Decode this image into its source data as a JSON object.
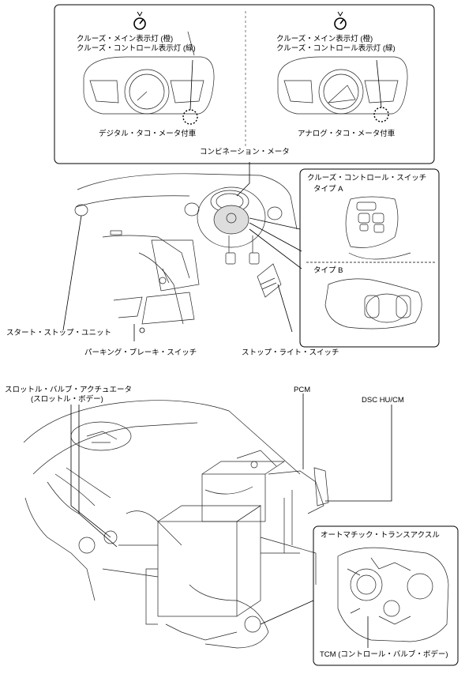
{
  "top": {
    "cluster_digital": {
      "indicator_line1": "クルーズ・メイン表示灯 (橙)",
      "indicator_line2": "クルーズ・コントロール表示灯 (緑)",
      "caption": "デジタル・タコ・メータ付車"
    },
    "cluster_analog": {
      "indicator_line1": "クルーズ・メイン表示灯 (橙)",
      "indicator_line2": "クルーズ・コントロール表示灯 (緑)",
      "caption": "アナログ・タコ・メータ付車"
    },
    "combination_meter": "コンビネーション・メータ"
  },
  "cruise_switch": {
    "title": "クルーズ・コントロール・スイッチ",
    "type_a": "タイプ A",
    "type_b": "タイプ B"
  },
  "cabin_labels": {
    "start_stop_unit": "スタート・ストップ・ユニット",
    "parking_brake_switch": "パーキング・ブレーキ・スイッチ",
    "stop_light_switch": "ストップ・ライト・スイッチ"
  },
  "engine_labels": {
    "throttle_line1": "スロットル・バルブ・アクチュエータ",
    "throttle_line2": "(スロットル・ボデー)",
    "pcm": "PCM",
    "dsc": "DSC HU/CM",
    "transaxle": "オートマチック・トランスアクスル",
    "tcm": "TCM (コントロール・バルブ・ボデー)"
  }
}
